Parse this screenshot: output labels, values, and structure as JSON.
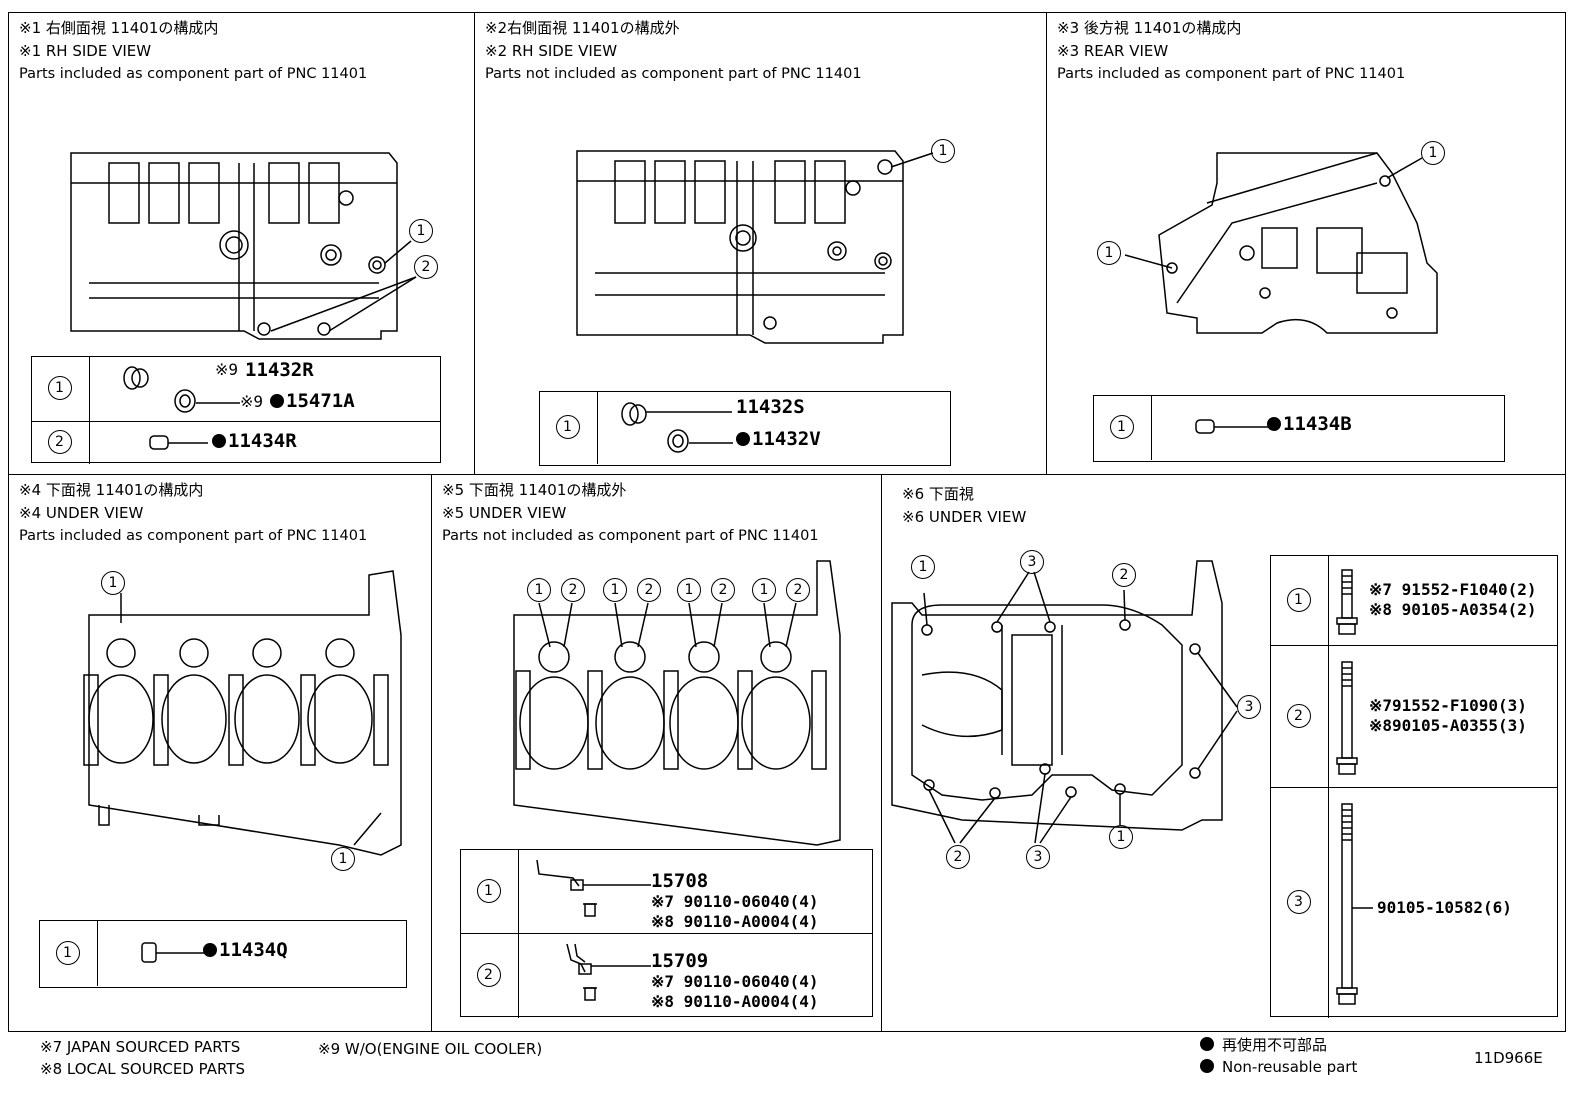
{
  "diagram_code": "11D966E",
  "panels": [
    {
      "title_jp": "※1 右側面視 11401の構成内",
      "title_en": "※1 RH SIDE VIEW",
      "subtitle": "Parts included as component part of PNC 11401"
    },
    {
      "title_jp": "※2右側面視 11401の構成外",
      "title_en": "※2 RH SIDE VIEW",
      "subtitle": "Parts not included as component part of PNC 11401"
    },
    {
      "title_jp": "※3 後方視 11401の構成内",
      "title_en": "※3 REAR VIEW",
      "subtitle": "Parts included as component part of PNC 11401"
    },
    {
      "title_jp": "※4 下面視 11401の構成内",
      "title_en": "※4 UNDER VIEW",
      "subtitle": "Parts included as component part of PNC 11401"
    },
    {
      "title_jp": "※5 下面視 11401の構成外",
      "title_en": "※5 UNDER VIEW",
      "subtitle": "Parts not included as component part of PNC 11401"
    },
    {
      "title_jp": "※6 下面視",
      "title_en": "※6 UNDER VIEW",
      "subtitle": ""
    }
  ],
  "callouts": {
    "one": "1",
    "two": "2",
    "three": "3"
  },
  "p1_legend": {
    "r1_note_a": "※9",
    "r1_part_a": "11432R",
    "r1_note_b": "※9",
    "r1_part_b": "15471A",
    "r2_part": "11434R"
  },
  "p2_legend": {
    "r1_part_a": "11432S",
    "r1_part_b": "11432V"
  },
  "p3_legend": {
    "r1_part": "11434B"
  },
  "p4_legend": {
    "r1_part": "11434Q"
  },
  "p5_legend": {
    "r1_part": "15708",
    "r1_line2": "※7 90110-06040(4)",
    "r1_line3": "※8 90110-A0004(4)",
    "r2_part": "15709",
    "r2_line2": "※7 90110-06040(4)",
    "r2_line3": "※8 90110-A0004(4)"
  },
  "p6_legend": {
    "r1_line1": "※7 91552-F1040(2)",
    "r1_line2": "※8 90105-A0354(2)",
    "r2_line1": "※791552-F1090(3)",
    "r2_line2": "※890105-A0355(3)",
    "r3_line1": "90105-10582(6)"
  },
  "footer": {
    "note7": "※7 JAPAN SOURCED PARTS",
    "note8": "※8 LOCAL SOURCED PARTS",
    "note9": "※9 W/O(ENGINE OIL COOLER)",
    "nonreuse_jp": "再使用不可部品",
    "nonreuse_en": "Non-reusable part"
  }
}
